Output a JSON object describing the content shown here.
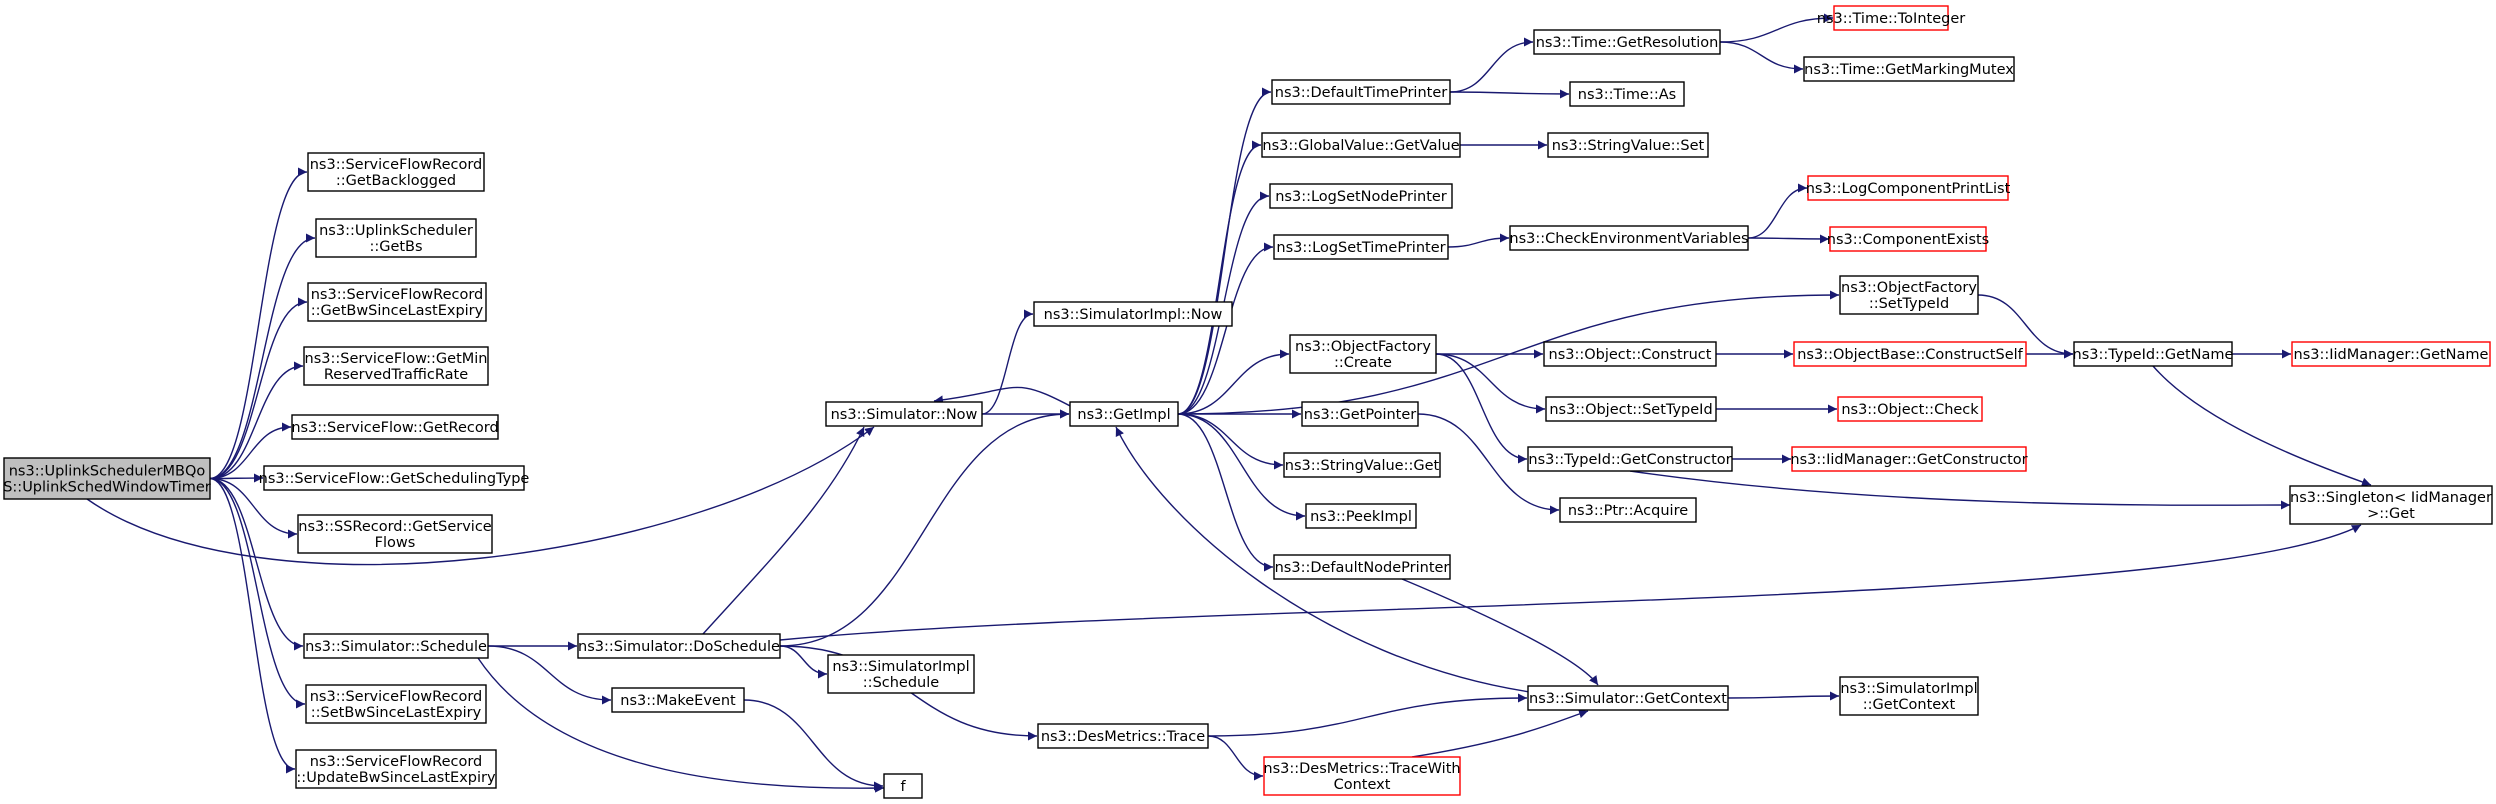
{
  "graph": {
    "nodes": [
      {
        "id": "root",
        "lines": [
          "ns3::UplinkSchedulerMBQo",
          "S::UplinkSchedWindowTimer"
        ],
        "highlighted": true
      },
      {
        "id": "getBacklogged",
        "lines": [
          "ns3::ServiceFlowRecord",
          "::GetBacklogged"
        ]
      },
      {
        "id": "getBs",
        "lines": [
          "ns3::UplinkScheduler",
          "::GetBs"
        ]
      },
      {
        "id": "getBwSince",
        "lines": [
          "ns3::ServiceFlowRecord",
          "::GetBwSinceLastExpiry"
        ]
      },
      {
        "id": "getMinRes",
        "lines": [
          "ns3::ServiceFlow::GetMin",
          "ReservedTrafficRate"
        ]
      },
      {
        "id": "getRecord",
        "lines": [
          "ns3::ServiceFlow::GetRecord"
        ]
      },
      {
        "id": "getSchedType",
        "lines": [
          "ns3::ServiceFlow::GetSchedulingType"
        ]
      },
      {
        "id": "getServiceFlows",
        "lines": [
          "ns3::SSRecord::GetService",
          "Flows"
        ]
      },
      {
        "id": "schedule",
        "lines": [
          "ns3::Simulator::Schedule"
        ]
      },
      {
        "id": "setBwSince",
        "lines": [
          "ns3::ServiceFlowRecord",
          "::SetBwSinceLastExpiry"
        ]
      },
      {
        "id": "updateBwSince",
        "lines": [
          "ns3::ServiceFlowRecord",
          "::UpdateBwSinceLastExpiry"
        ]
      },
      {
        "id": "now",
        "lines": [
          "ns3::Simulator::Now"
        ]
      },
      {
        "id": "doSchedule",
        "lines": [
          "ns3::Simulator::DoSchedule"
        ]
      },
      {
        "id": "makeEvent",
        "lines": [
          "ns3::MakeEvent"
        ]
      },
      {
        "id": "f",
        "lines": [
          "f"
        ]
      },
      {
        "id": "simImplNow",
        "lines": [
          "ns3::SimulatorImpl::Now"
        ]
      },
      {
        "id": "getImpl",
        "lines": [
          "ns3::GetImpl"
        ]
      },
      {
        "id": "simImplSchedule",
        "lines": [
          "ns3::SimulatorImpl",
          "::Schedule"
        ]
      },
      {
        "id": "desTrace",
        "lines": [
          "ns3::DesMetrics::Trace"
        ]
      },
      {
        "id": "defTimePrinter",
        "lines": [
          "ns3::DefaultTimePrinter"
        ]
      },
      {
        "id": "gvGetValue",
        "lines": [
          "ns3::GlobalValue::GetValue"
        ]
      },
      {
        "id": "logSetNode",
        "lines": [
          "ns3::LogSetNodePrinter"
        ]
      },
      {
        "id": "logSetTime",
        "lines": [
          "ns3::LogSetTimePrinter"
        ]
      },
      {
        "id": "ofCreate",
        "lines": [
          "ns3::ObjectFactory",
          "::Create"
        ]
      },
      {
        "id": "getPointer",
        "lines": [
          "ns3::GetPointer"
        ]
      },
      {
        "id": "svGet",
        "lines": [
          "ns3::StringValue::Get"
        ]
      },
      {
        "id": "peekImpl",
        "lines": [
          "ns3::PeekImpl"
        ]
      },
      {
        "id": "defNodePrinter",
        "lines": [
          "ns3::DefaultNodePrinter"
        ]
      },
      {
        "id": "traceWithCtx",
        "lines": [
          "ns3::DesMetrics::TraceWith",
          "Context"
        ],
        "red": true
      },
      {
        "id": "timeGetRes",
        "lines": [
          "ns3::Time::GetResolution"
        ]
      },
      {
        "id": "timeAs",
        "lines": [
          "ns3::Time::As"
        ]
      },
      {
        "id": "svSet",
        "lines": [
          "ns3::StringValue::Set"
        ]
      },
      {
        "id": "checkEnv",
        "lines": [
          "ns3::CheckEnvironmentVariables"
        ]
      },
      {
        "id": "objConstruct",
        "lines": [
          "ns3::Object::Construct"
        ]
      },
      {
        "id": "objSetTypeId",
        "lines": [
          "ns3::Object::SetTypeId"
        ]
      },
      {
        "id": "tidGetCtor",
        "lines": [
          "ns3::TypeId::GetConstructor"
        ]
      },
      {
        "id": "ptrAcquire",
        "lines": [
          "ns3::Ptr::Acquire"
        ]
      },
      {
        "id": "simGetCtx",
        "lines": [
          "ns3::Simulator::GetContext"
        ]
      },
      {
        "id": "timeToInt",
        "lines": [
          "ns3::Time::ToInteger"
        ],
        "red": true
      },
      {
        "id": "timeGetMutex",
        "lines": [
          "ns3::Time::GetMarkingMutex"
        ]
      },
      {
        "id": "logCompPrint",
        "lines": [
          "ns3::LogComponentPrintList"
        ],
        "red": true
      },
      {
        "id": "compExists",
        "lines": [
          "ns3::ComponentExists"
        ],
        "red": true
      },
      {
        "id": "ofSetTypeId",
        "lines": [
          "ns3::ObjectFactory",
          "::SetTypeId"
        ]
      },
      {
        "id": "obConstructSelf",
        "lines": [
          "ns3::ObjectBase::ConstructSelf"
        ],
        "red": true
      },
      {
        "id": "objCheck",
        "lines": [
          "ns3::Object::Check"
        ],
        "red": true
      },
      {
        "id": "iidGetCtor",
        "lines": [
          "ns3::IidManager::GetConstructor"
        ],
        "red": true
      },
      {
        "id": "simImplGetCtx",
        "lines": [
          "ns3::SimulatorImpl",
          "::GetContext"
        ]
      },
      {
        "id": "tidGetName",
        "lines": [
          "ns3::TypeId::GetName"
        ]
      },
      {
        "id": "iidGetName",
        "lines": [
          "ns3::IidManager::GetName"
        ],
        "red": true
      },
      {
        "id": "singletonGet",
        "lines": [
          "ns3::Singleton< IidManager",
          ">::Get"
        ]
      }
    ],
    "edges": [
      [
        "root",
        "getBacklogged"
      ],
      [
        "root",
        "getBs"
      ],
      [
        "root",
        "getBwSince"
      ],
      [
        "root",
        "getMinRes"
      ],
      [
        "root",
        "getRecord"
      ],
      [
        "root",
        "getSchedType"
      ],
      [
        "root",
        "getServiceFlows"
      ],
      [
        "root",
        "now"
      ],
      [
        "root",
        "schedule"
      ],
      [
        "root",
        "setBwSince"
      ],
      [
        "root",
        "updateBwSince"
      ],
      [
        "schedule",
        "doSchedule"
      ],
      [
        "schedule",
        "makeEvent"
      ],
      [
        "schedule",
        "f"
      ],
      [
        "makeEvent",
        "f"
      ],
      [
        "doSchedule",
        "now"
      ],
      [
        "doSchedule",
        "getImpl"
      ],
      [
        "doSchedule",
        "simImplSchedule"
      ],
      [
        "doSchedule",
        "desTrace"
      ],
      [
        "doSchedule",
        "singletonGet"
      ],
      [
        "now",
        "simImplNow"
      ],
      [
        "now",
        "getImpl"
      ],
      [
        "getImpl",
        "defTimePrinter"
      ],
      [
        "getImpl",
        "gvGetValue"
      ],
      [
        "getImpl",
        "logSetNode"
      ],
      [
        "getImpl",
        "logSetTime"
      ],
      [
        "getImpl",
        "ofSetTypeId"
      ],
      [
        "getImpl",
        "ofCreate"
      ],
      [
        "getImpl",
        "getPointer"
      ],
      [
        "getImpl",
        "svGet"
      ],
      [
        "getImpl",
        "peekImpl"
      ],
      [
        "getImpl",
        "defNodePrinter"
      ],
      [
        "getImpl",
        "now"
      ],
      [
        "desTrace",
        "simGetCtx"
      ],
      [
        "desTrace",
        "traceWithCtx"
      ],
      [
        "traceWithCtx",
        "simGetCtx"
      ],
      [
        "defNodePrinter",
        "simGetCtx"
      ],
      [
        "simGetCtx",
        "getImpl"
      ],
      [
        "simGetCtx",
        "simImplGetCtx"
      ],
      [
        "defTimePrinter",
        "timeGetRes"
      ],
      [
        "defTimePrinter",
        "timeAs"
      ],
      [
        "timeGetRes",
        "timeToInt"
      ],
      [
        "timeGetRes",
        "timeGetMutex"
      ],
      [
        "gvGetValue",
        "svSet"
      ],
      [
        "logSetTime",
        "checkEnv"
      ],
      [
        "checkEnv",
        "logCompPrint"
      ],
      [
        "checkEnv",
        "compExists"
      ],
      [
        "ofCreate",
        "objConstruct"
      ],
      [
        "ofCreate",
        "objSetTypeId"
      ],
      [
        "ofCreate",
        "tidGetCtor"
      ],
      [
        "getPointer",
        "ptrAcquire"
      ],
      [
        "objConstruct",
        "obConstructSelf"
      ],
      [
        "obConstructSelf",
        "tidGetName"
      ],
      [
        "objSetTypeId",
        "objCheck"
      ],
      [
        "tidGetCtor",
        "iidGetCtor"
      ],
      [
        "tidGetCtor",
        "singletonGet"
      ],
      [
        "ofSetTypeId",
        "tidGetName"
      ],
      [
        "tidGetName",
        "iidGetName"
      ],
      [
        "tidGetName",
        "singletonGet"
      ]
    ]
  }
}
